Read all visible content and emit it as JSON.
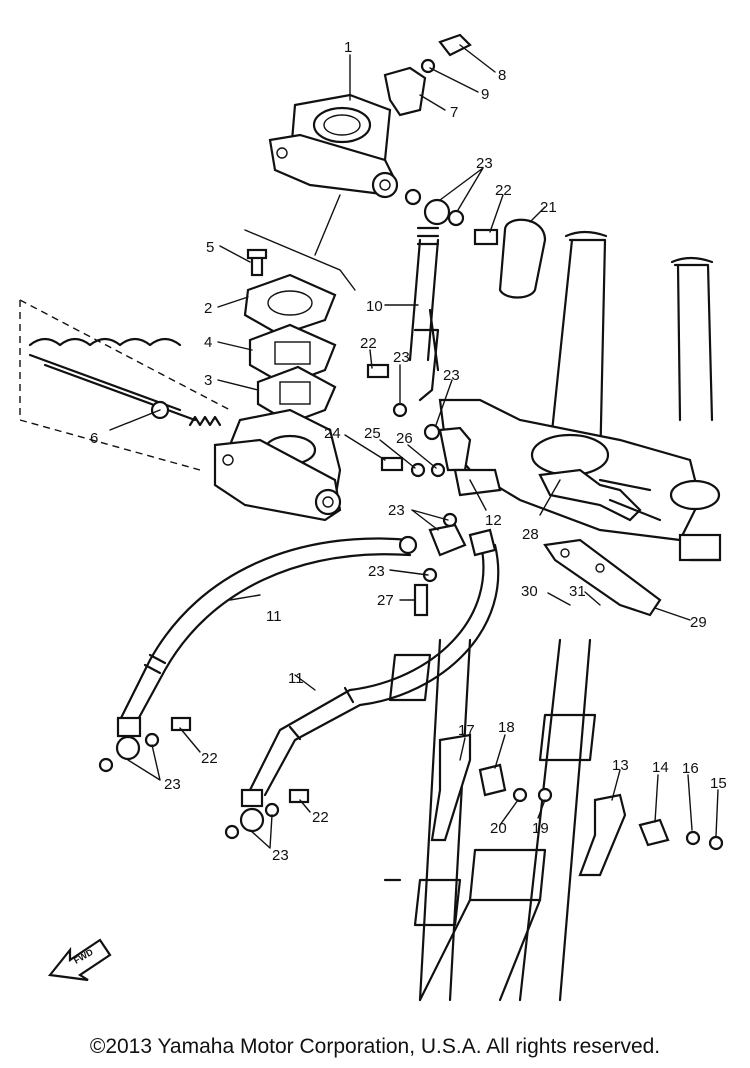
{
  "callouts": [
    "1",
    "2",
    "3",
    "4",
    "5",
    "6",
    "7",
    "8",
    "9",
    "10",
    "11",
    "11",
    "12",
    "13",
    "14",
    "15",
    "16",
    "17",
    "18",
    "19",
    "20",
    "21",
    "22",
    "22",
    "22",
    "22",
    "23",
    "23",
    "23",
    "23",
    "23",
    "23",
    "23",
    "24",
    "25",
    "26",
    "27",
    "28",
    "29",
    "30",
    "31"
  ],
  "fwd_label": "FWD",
  "copyright": "©2013 Yamaha Motor Corporation, U.S.A. All rights reserved."
}
